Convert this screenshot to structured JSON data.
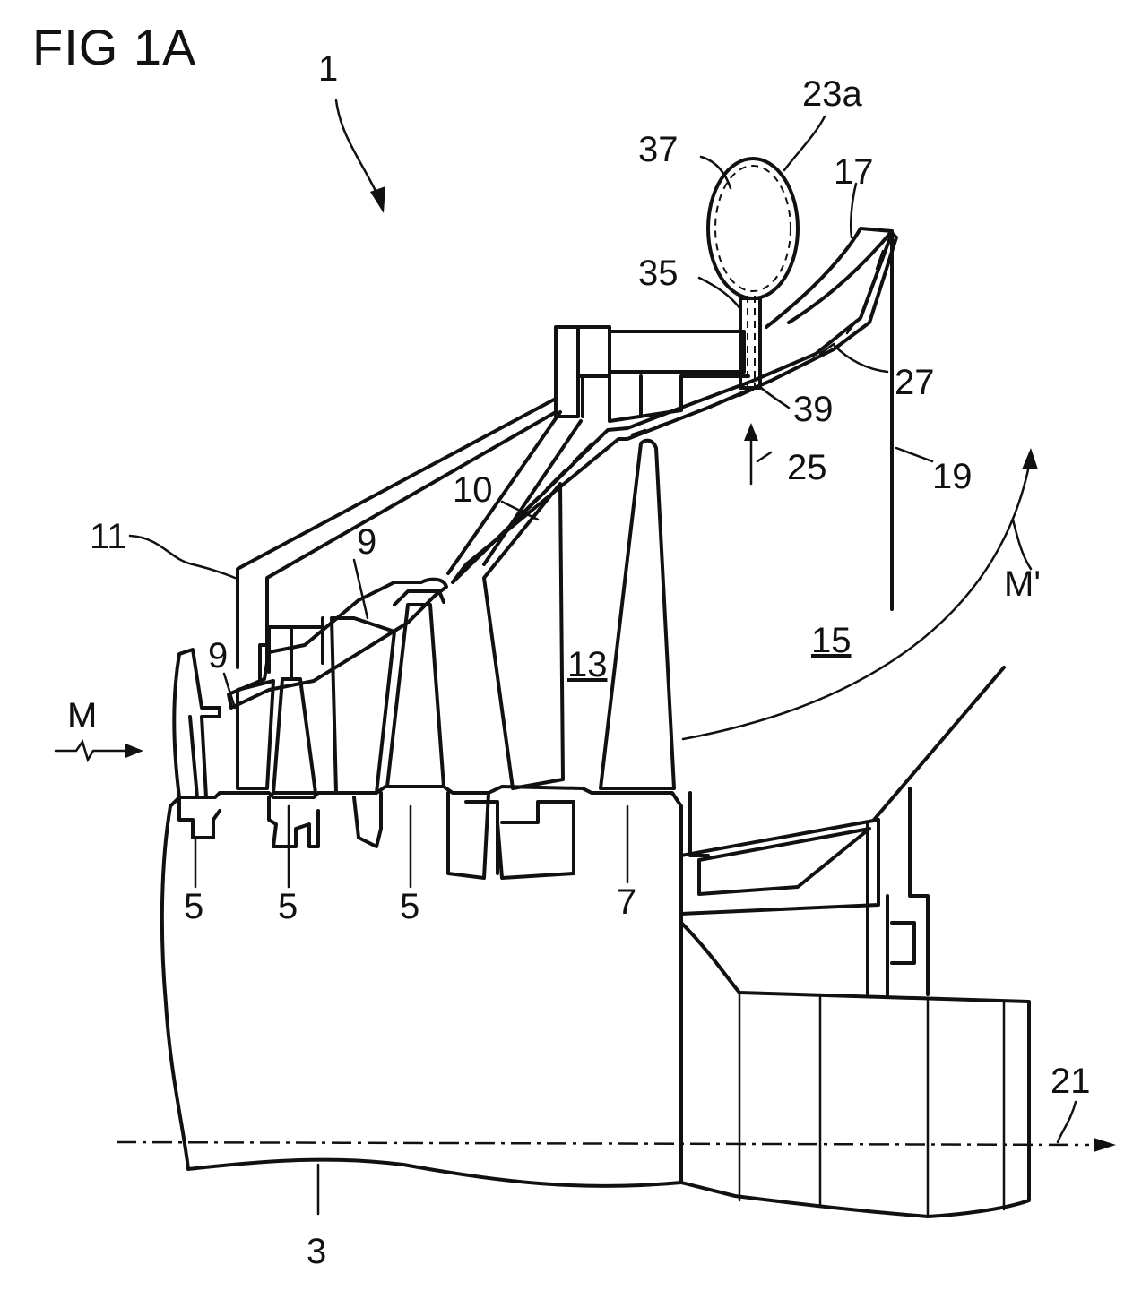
{
  "figure": {
    "title": "FIG 1A",
    "labels": {
      "l1": "1",
      "l3": "3",
      "l5a": "5",
      "l5b": "5",
      "l5c": "5",
      "l7": "7",
      "l9a": "9",
      "l9b": "9",
      "l10": "10",
      "l11": "11",
      "l13": "13",
      "l15": "15",
      "l17": "17",
      "l19": "19",
      "l21": "21",
      "l23a": "23a",
      "l25": "25",
      "l27": "27",
      "l35": "35",
      "l37": "37",
      "l39": "39",
      "lM": "M",
      "lMp": "M'"
    },
    "line_color": "#111111",
    "background": "#ffffff"
  }
}
